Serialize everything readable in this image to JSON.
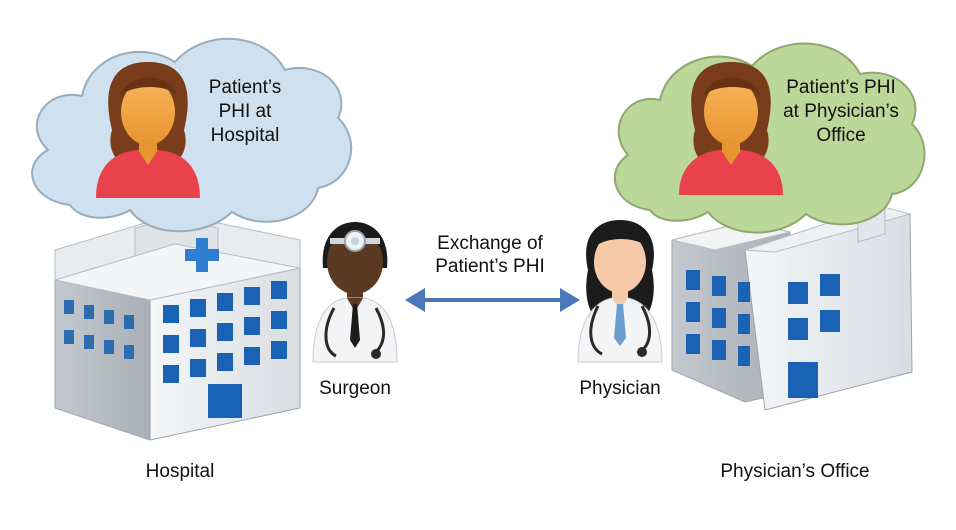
{
  "hospital_cloud": {
    "line1": "Patient’s",
    "line2": "PHI at",
    "line3": "Hospital"
  },
  "office_cloud": {
    "line1": "Patient’s PHI",
    "line2": "at Physician’s",
    "line3": "Office"
  },
  "exchange": {
    "line1": "Exchange of",
    "line2": "Patient’s PHI"
  },
  "labels": {
    "surgeon": "Surgeon",
    "physician": "Physician",
    "hospital": "Hospital",
    "office": "Physician’s Office"
  },
  "colors": {
    "hospital_cloud": "#cfe0ee",
    "office_cloud": "#bcd79a",
    "arrow": "#4a78b8",
    "patient_shirt": "#e8424d",
    "window": "#1a63b4",
    "cross": "#2f7fd0"
  }
}
